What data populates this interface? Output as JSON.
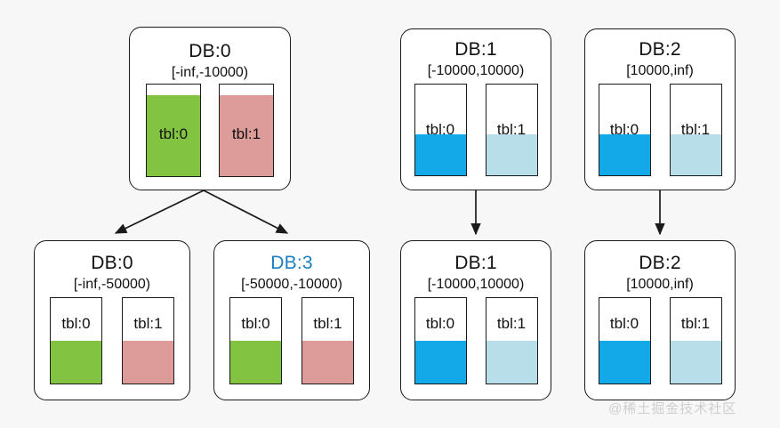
{
  "diagram": {
    "title": "database range split diagram",
    "watermark": "@稀土掘金技术社区",
    "colors": {
      "green": "#82c341",
      "salmon": "#dd9c99",
      "blue": "#13a9e8",
      "light_blue": "#b8dfe9",
      "accent_title": "#1b7fc0",
      "outline": "#1a1a1a",
      "background": "#f7f7f7"
    },
    "rows": [
      {
        "name": "before-split",
        "cards": [
          {
            "id": "top-db0",
            "title": "DB:0",
            "range": "[-inf,-10000)",
            "title_accent": false,
            "tables": [
              {
                "label": "tbl:0",
                "fill": "#82c341",
                "fill_pct": 88,
                "label_pos": "center"
              },
              {
                "label": "tbl:1",
                "fill": "#dd9c99",
                "fill_pct": 88,
                "label_pos": "center"
              }
            ]
          },
          {
            "id": "top-db1",
            "title": "DB:1",
            "range": "[-10000,10000)",
            "title_accent": false,
            "tables": [
              {
                "label": "tbl:0",
                "fill": "#13a9e8",
                "fill_pct": 45,
                "label_pos": "above-fill"
              },
              {
                "label": "tbl:1",
                "fill": "#b8dfe9",
                "fill_pct": 45,
                "label_pos": "above-fill"
              }
            ]
          },
          {
            "id": "top-db2",
            "title": "DB:2",
            "range": "[10000,inf)",
            "title_accent": false,
            "tables": [
              {
                "label": "tbl:0",
                "fill": "#13a9e8",
                "fill_pct": 45,
                "label_pos": "above-fill"
              },
              {
                "label": "tbl:1",
                "fill": "#b8dfe9",
                "fill_pct": 45,
                "label_pos": "above-fill"
              }
            ]
          }
        ]
      },
      {
        "name": "after-split",
        "cards": [
          {
            "id": "bottom-db0",
            "title": "DB:0",
            "range": "[-inf,-50000)",
            "title_accent": false,
            "tables": [
              {
                "label": "tbl:0",
                "fill": "#82c341",
                "fill_pct": 50,
                "label_pos": "above-fill"
              },
              {
                "label": "tbl:1",
                "fill": "#dd9c99",
                "fill_pct": 50,
                "label_pos": "above-fill"
              }
            ]
          },
          {
            "id": "bottom-db3",
            "title": "DB:3",
            "range": "[-50000,-10000)",
            "title_accent": true,
            "tables": [
              {
                "label": "tbl:0",
                "fill": "#82c341",
                "fill_pct": 50,
                "label_pos": "above-fill"
              },
              {
                "label": "tbl:1",
                "fill": "#dd9c99",
                "fill_pct": 50,
                "label_pos": "above-fill"
              }
            ]
          },
          {
            "id": "bottom-db1",
            "title": "DB:1",
            "range": "[-10000,10000)",
            "title_accent": false,
            "tables": [
              {
                "label": "tbl:0",
                "fill": "#13a9e8",
                "fill_pct": 50,
                "label_pos": "above-fill"
              },
              {
                "label": "tbl:1",
                "fill": "#b8dfe9",
                "fill_pct": 50,
                "label_pos": "above-fill"
              }
            ]
          },
          {
            "id": "bottom-db2",
            "title": "DB:2",
            "range": "[10000,inf)",
            "title_accent": false,
            "tables": [
              {
                "label": "tbl:0",
                "fill": "#13a9e8",
                "fill_pct": 50,
                "label_pos": "above-fill"
              },
              {
                "label": "tbl:1",
                "fill": "#b8dfe9",
                "fill_pct": 50,
                "label_pos": "above-fill"
              }
            ]
          }
        ]
      }
    ],
    "edges": [
      {
        "from": "top-db0",
        "to": "bottom-db0"
      },
      {
        "from": "top-db0",
        "to": "bottom-db3"
      },
      {
        "from": "top-db1",
        "to": "bottom-db1"
      },
      {
        "from": "top-db2",
        "to": "bottom-db2"
      }
    ]
  }
}
